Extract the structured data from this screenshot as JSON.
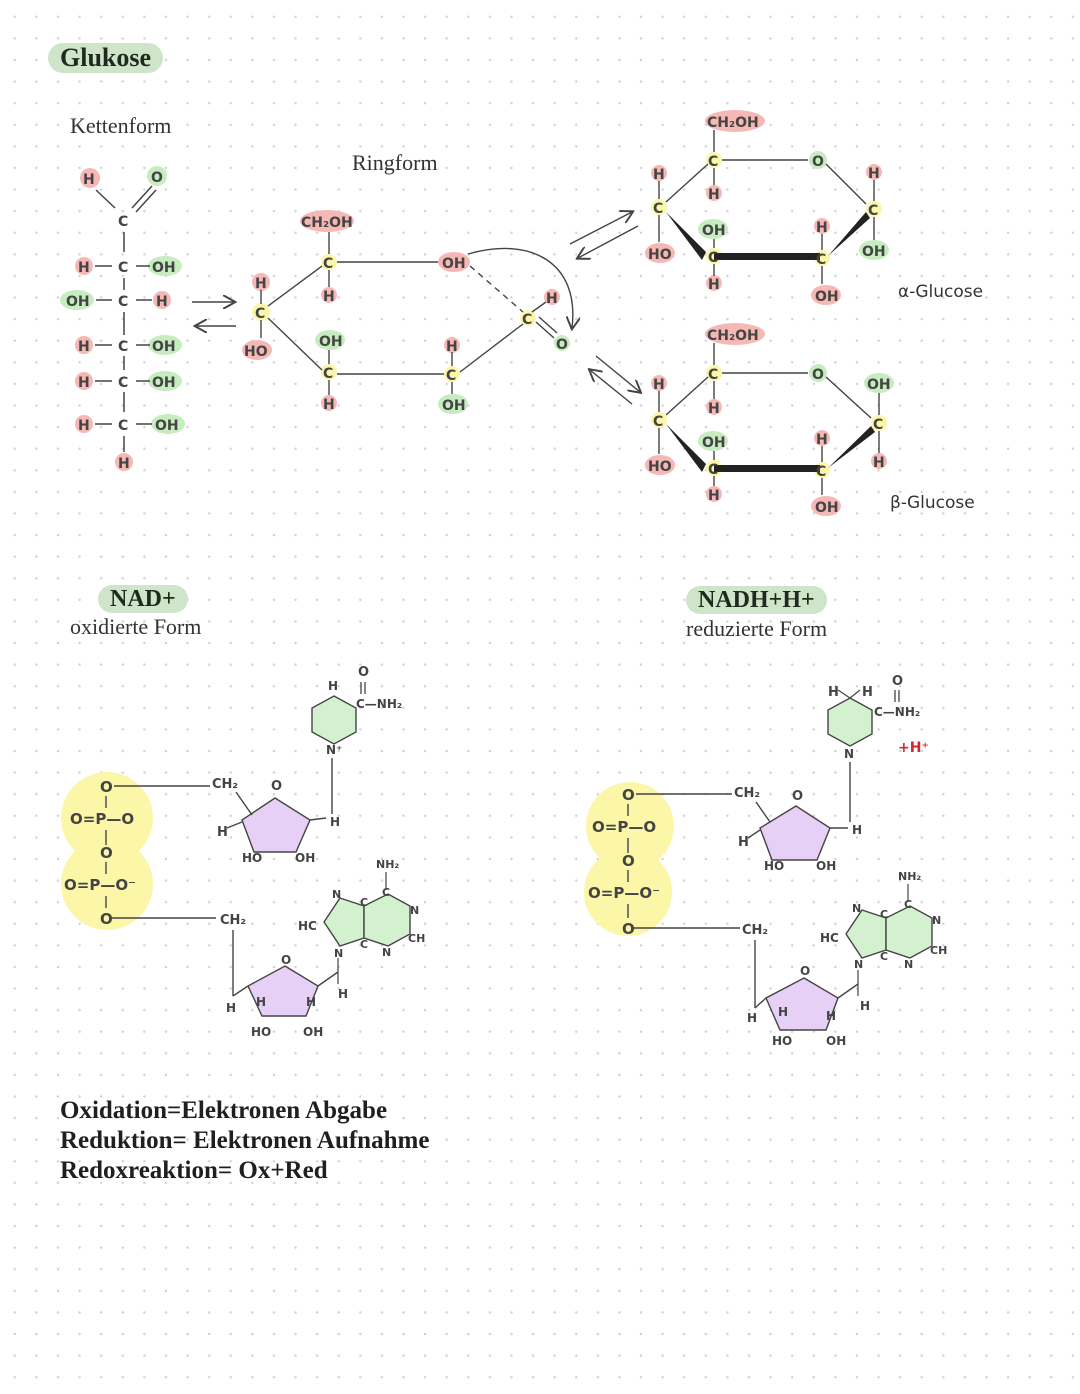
{
  "sections": {
    "glukose": {
      "title": "Glukose",
      "chain_label": "Kettenform",
      "ring_label": "Ringform",
      "alpha_label": "α-Glucose",
      "beta_label": "β-Glucose"
    },
    "nad": {
      "title": "NAD+",
      "subtitle": "oxidierte Form"
    },
    "nadh": {
      "title": "NADH+H+",
      "subtitle": "reduzierte Form",
      "proton_label": "+H⁺"
    }
  },
  "definitions": [
    "Oxidation=Elektronen Abgabe",
    "Reduktion= Elektronen Aufnahme",
    "Redoxreaktion= Ox+Red"
  ],
  "atoms": {
    "H": "H",
    "O": "O",
    "C": "C",
    "N": "N",
    "OH": "OH",
    "HO": "HO",
    "CH2OH": "CH₂OH",
    "CH2": "CH₂",
    "NH2": "NH₂",
    "C_NH2": "C—NH₂",
    "N_plus": "N⁺",
    "HC": "HC",
    "CH": "CH",
    "O_P_O": "O=P—O",
    "O_P_Ominus": "O=P—O⁻",
    "O_minus": "O⁻"
  },
  "colors": {
    "highlight_red": "#f6b8b5",
    "highlight_green": "#c6ecc0",
    "highlight_yellow": "#fbf6a8",
    "ribose": "#e6d0f5",
    "nicotinamide": "#d4f1cf",
    "adenine": "#d4f1cf",
    "proton_red": "#d8262b"
  }
}
